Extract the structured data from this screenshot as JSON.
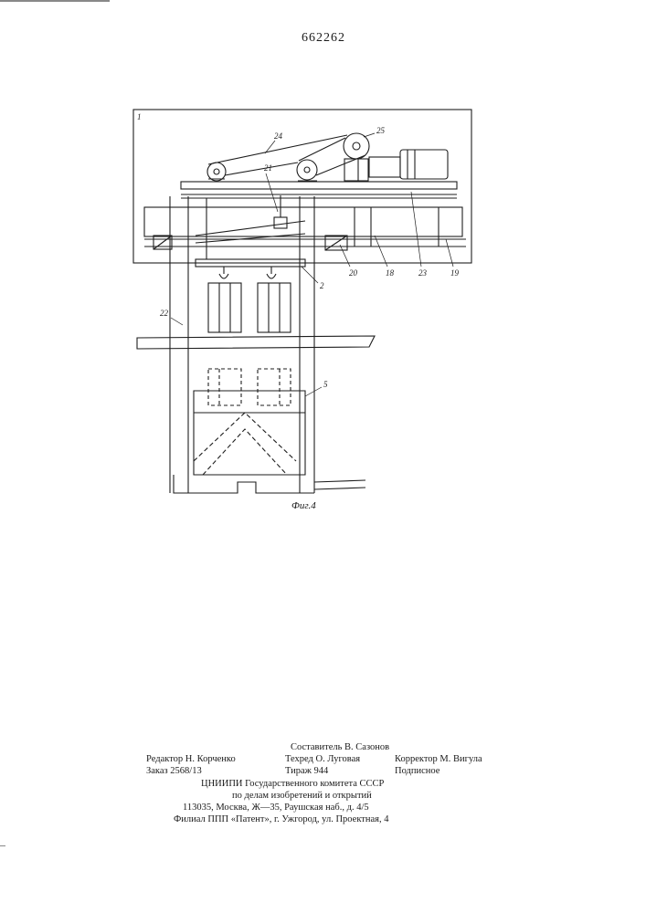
{
  "document": {
    "patent_number": "662262",
    "figure_caption": "Фиг.4",
    "callouts": [
      "1",
      "24",
      "25",
      "21",
      "20",
      "18",
      "23",
      "19",
      "2",
      "22",
      "5"
    ]
  },
  "imprint": {
    "compiler": "Составитель В. Сазонов",
    "editor": "Редактор Н. Корченко",
    "techred": "Техред О. Луговая",
    "corrector": "Корректор М. Вигула",
    "order": "Заказ 2568/13",
    "circulation": "Тираж 944",
    "subscription": "Подписное",
    "org_line1": "ЦНИИПИ Государственного комитета СССР",
    "org_line2": "по делам изобретений и открытий",
    "address": "113035, Москва, Ж—35, Раушская наб., д. 4/5",
    "branch": "Филиал ППП «Патент», г. Ужгород, ул. Проектная, 4"
  }
}
